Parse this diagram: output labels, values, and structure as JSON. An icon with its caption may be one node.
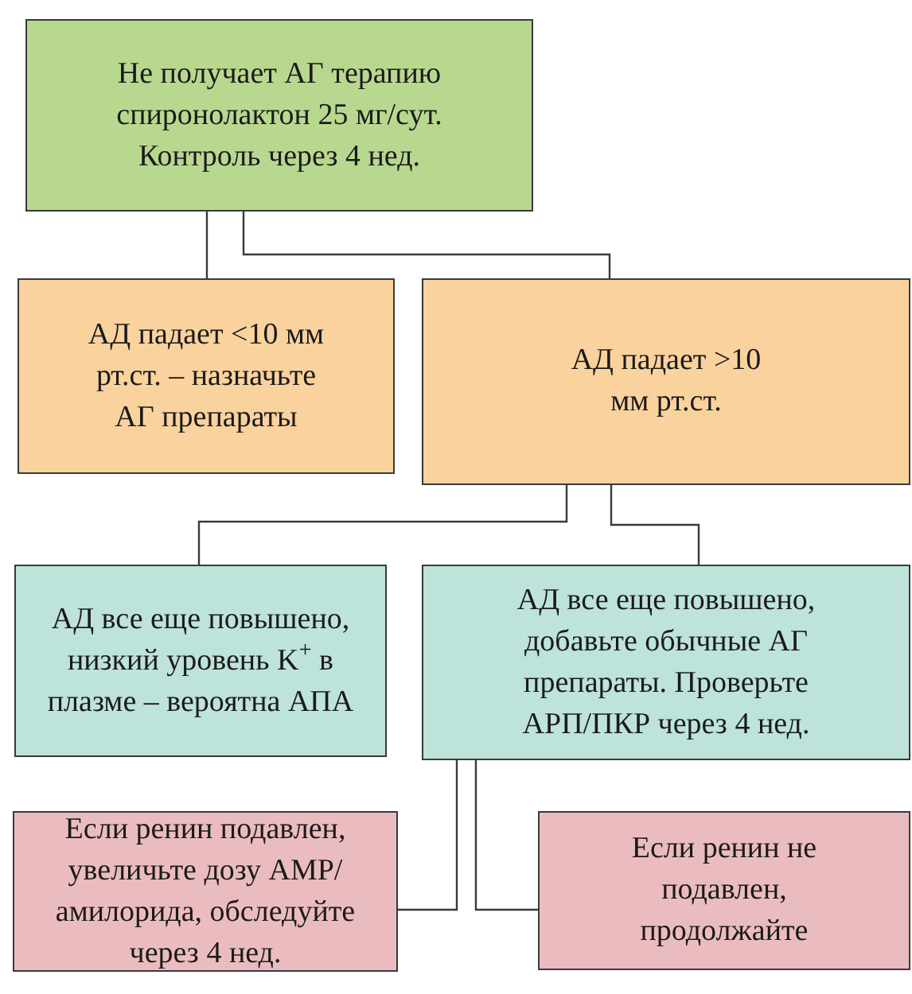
{
  "diagram": {
    "nodes": [
      {
        "text": [
          "Не получает АГ терапию спиронолактон 25 мг/сут. Контроль через 4 нед."
        ]
      },
      {
        "text": [
          "АД падает <10 мм рт.ст. – назначьте АГ препараты"
        ]
      },
      {
        "text": [
          "АД падает >10 мм рт.ст."
        ]
      },
      {
        "text": [
          "АД все еще повышено, низкий уровень K$^{+}$ в плазме – вероятна АПА"
        ]
      },
      {
        "text": [
          "АД все еще повышено, добавьте обычные АГ препараты. Проверьте АРП/ПКР через 4 нед."
        ]
      },
      {
        "text": [
          "Если ренин подавлен, увеличьте дозу АМР/амилорида, обследуйте через 4 нед."
        ]
      },
      {
        "text": [
          "Если ренин не подавлен, продолжайте"
        ]
      }
    ],
    "edges": [
      {
        "from": 0,
        "to": 1,
        "arrow": "none"
      },
      {
        "from": 0,
        "to": 2,
        "arrow": "none"
      },
      {
        "from": 2,
        "to": 3,
        "arrow": "none"
      },
      {
        "from": 2,
        "to": 4,
        "arrow": "none"
      },
      {
        "from": 4,
        "to": 5,
        "arrow": "none"
      },
      {
        "from": 4,
        "to": 6,
        "arrow": "none"
      }
    ]
  }
}
